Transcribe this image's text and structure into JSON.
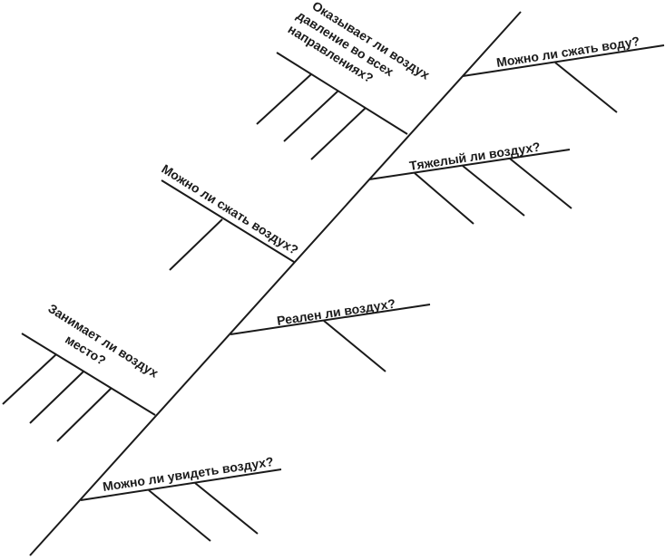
{
  "diagram": {
    "spine": {
      "name": "spine"
    },
    "branches": [
      {
        "key": "water",
        "lines": [
          "Можно ли сжать воду?"
        ]
      },
      {
        "key": "pressure",
        "lines": [
          "Оказывает ли воздух",
          "давление во всех",
          "направлениях?"
        ]
      },
      {
        "key": "heavy",
        "lines": [
          "Тяжелый ли воздух?"
        ]
      },
      {
        "key": "compress",
        "lines": [
          "Можно ли сжать воздух?"
        ]
      },
      {
        "key": "real",
        "lines": [
          "Реален ли воздух?"
        ]
      },
      {
        "key": "space",
        "lines": [
          "Занимает ли воздух",
          "место?"
        ]
      },
      {
        "key": "see",
        "lines": [
          "Можно ли увидеть воздух?"
        ]
      }
    ]
  }
}
